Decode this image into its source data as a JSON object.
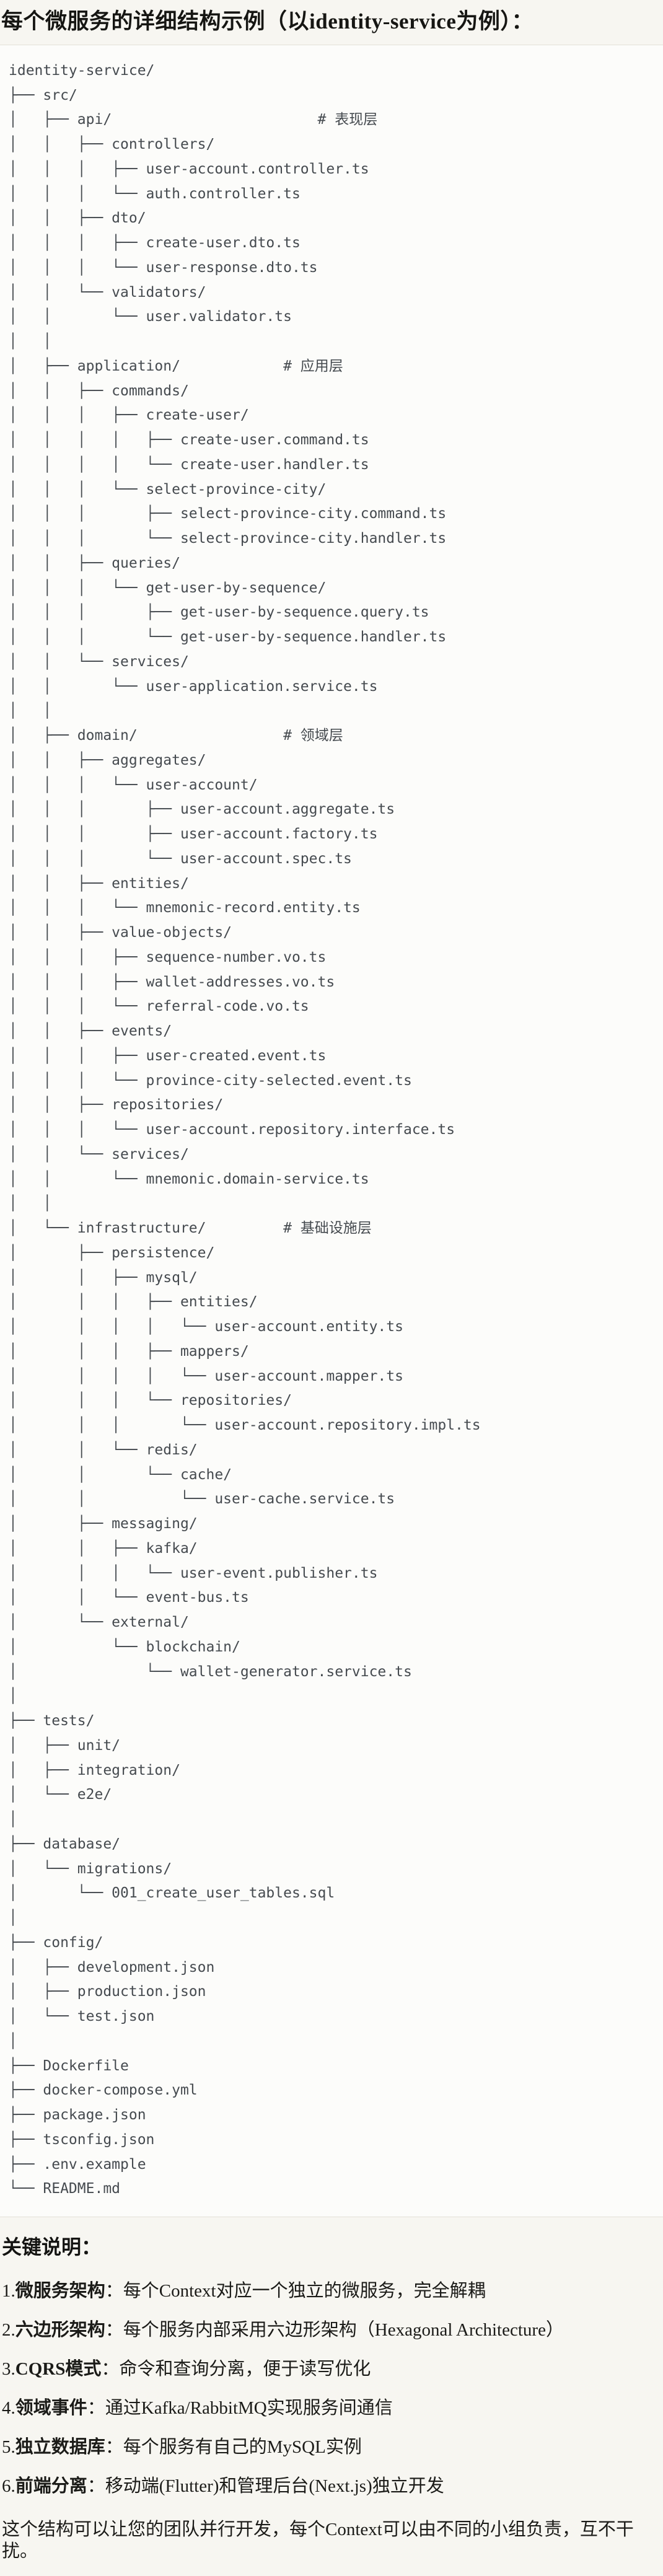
{
  "colors": {
    "page_bg": "#f7f6f1",
    "code_bg": "#fcfcfa",
    "code_border": "#e3e1d8",
    "code_text": "#454a4f",
    "body_text": "#1b1b18"
  },
  "page": {
    "title": "每个微服务的详细结构示例（以identity-service为例）：",
    "section_heading": "关键说明：",
    "items": [
      {
        "num": "1.",
        "label": "微服务架构",
        "text": "：每个Context对应一个独立的微服务，完全解耦"
      },
      {
        "num": "2.",
        "label": "六边形架构",
        "text": "：每个服务内部采用六边形架构（Hexagonal Architecture）"
      },
      {
        "num": "3.",
        "label": "CQRS模式",
        "text": "：命令和查询分离，便于读写优化"
      },
      {
        "num": "4.",
        "label": "领域事件",
        "text": "：通过Kafka/RabbitMQ实现服务间通信"
      },
      {
        "num": "5.",
        "label": "独立数据库",
        "text": "：每个服务有自己的MySQL实例"
      },
      {
        "num": "6.",
        "label": "前端分离",
        "text": "：移动端(Flutter)和管理后台(Next.js)独立开发"
      }
    ],
    "closing": "这个结构可以让您的团队并行开发，每个Context可以由不同的小组负责，互不干扰。"
  },
  "tree": {
    "lines": [
      "identity-service/",
      "├── src/",
      "│   ├── api/                        # 表现层",
      "│   │   ├── controllers/",
      "│   │   │   ├── user-account.controller.ts",
      "│   │   │   └── auth.controller.ts",
      "│   │   ├── dto/",
      "│   │   │   ├── create-user.dto.ts",
      "│   │   │   └── user-response.dto.ts",
      "│   │   └── validators/",
      "│   │       └── user.validator.ts",
      "│   │",
      "│   ├── application/            # 应用层",
      "│   │   ├── commands/",
      "│   │   │   ├── create-user/",
      "│   │   │   │   ├── create-user.command.ts",
      "│   │   │   │   └── create-user.handler.ts",
      "│   │   │   └── select-province-city/",
      "│   │   │       ├── select-province-city.command.ts",
      "│   │   │       └── select-province-city.handler.ts",
      "│   │   ├── queries/",
      "│   │   │   └── get-user-by-sequence/",
      "│   │   │       ├── get-user-by-sequence.query.ts",
      "│   │   │       └── get-user-by-sequence.handler.ts",
      "│   │   └── services/",
      "│   │       └── user-application.service.ts",
      "│   │",
      "│   ├── domain/                 # 领域层",
      "│   │   ├── aggregates/",
      "│   │   │   └── user-account/",
      "│   │   │       ├── user-account.aggregate.ts",
      "│   │   │       ├── user-account.factory.ts",
      "│   │   │       └── user-account.spec.ts",
      "│   │   ├── entities/",
      "│   │   │   └── mnemonic-record.entity.ts",
      "│   │   ├── value-objects/",
      "│   │   │   ├── sequence-number.vo.ts",
      "│   │   │   ├── wallet-addresses.vo.ts",
      "│   │   │   └── referral-code.vo.ts",
      "│   │   ├── events/",
      "│   │   │   ├── user-created.event.ts",
      "│   │   │   └── province-city-selected.event.ts",
      "│   │   ├── repositories/",
      "│   │   │   └── user-account.repository.interface.ts",
      "│   │   └── services/",
      "│   │       └── mnemonic.domain-service.ts",
      "│   │",
      "│   └── infrastructure/         # 基础设施层",
      "│       ├── persistence/",
      "│       │   ├── mysql/",
      "│       │   │   ├── entities/",
      "│       │   │   │   └── user-account.entity.ts",
      "│       │   │   ├── mappers/",
      "│       │   │   │   └── user-account.mapper.ts",
      "│       │   │   └── repositories/",
      "│       │   │       └── user-account.repository.impl.ts",
      "│       │   └── redis/",
      "│       │       └── cache/",
      "│       │           └── user-cache.service.ts",
      "│       ├── messaging/",
      "│       │   ├── kafka/",
      "│       │   │   └── user-event.publisher.ts",
      "│       │   └── event-bus.ts",
      "│       └── external/",
      "│           └── blockchain/",
      "│               └── wallet-generator.service.ts",
      "│",
      "├── tests/",
      "│   ├── unit/",
      "│   ├── integration/",
      "│   └── e2e/",
      "│",
      "├── database/",
      "│   └── migrations/",
      "│       └── 001_create_user_tables.sql",
      "│",
      "├── config/",
      "│   ├── development.json",
      "│   ├── production.json",
      "│   └── test.json",
      "│",
      "├── Dockerfile",
      "├── docker-compose.yml",
      "├── package.json",
      "├── tsconfig.json",
      "├── .env.example",
      "└── README.md"
    ]
  }
}
